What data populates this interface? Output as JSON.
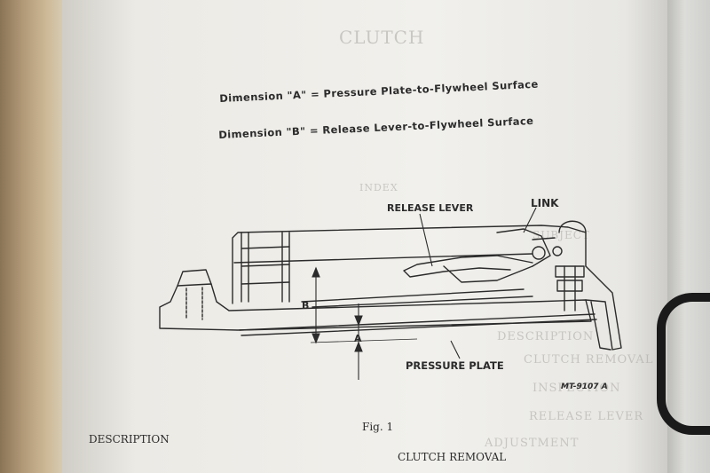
{
  "header": {
    "ghost_title": "CLUTCH"
  },
  "dimensions": {
    "line_a": "Dimension \"A\" = Pressure Plate-to-Flywheel Surface",
    "line_b": "Dimension \"B\" = Release Lever-to-Flywheel Surface"
  },
  "figure": {
    "labels": {
      "release_lever": "RELEASE LEVER",
      "link": "LINK",
      "pressure_plate": "PRESSURE PLATE",
      "dim_a": "A",
      "dim_b": "B"
    },
    "figure_code": "MT-9107 A",
    "caption": "Fig. 1"
  },
  "sections": {
    "description": "DESCRIPTION",
    "clutch_removal": "CLUTCH REMOVAL"
  },
  "ghost_lines": [
    "INDEX",
    "SUBJECT",
    "DESCRIPTION",
    "CLUTCH REMOVAL",
    "INSPECTION",
    "RELEASE LEVER",
    "ADJUSTMENT"
  ]
}
